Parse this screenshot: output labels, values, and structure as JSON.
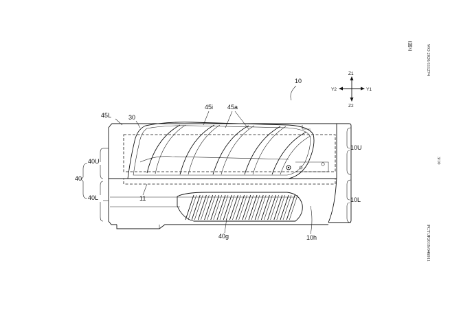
{
  "header": {
    "figure_label": "[図3]",
    "publication_number": "WO 2020/111274",
    "page_number": "3/10",
    "application_number": "PCT/JP2019/046911"
  },
  "axes": {
    "z1": "Z1",
    "z2": "Z2",
    "y1": "Y1",
    "y2": "Y2"
  },
  "labels": {
    "ref_10": "10",
    "ref_45L": "45L",
    "ref_30": "30",
    "ref_45i": "45i",
    "ref_45a": "45a",
    "ref_10U": "10U",
    "ref_40U": "40U",
    "ref_40": "40",
    "ref_40L": "40L",
    "ref_11": "11",
    "ref_10L": "10L",
    "ref_40g": "40g",
    "ref_10h": "10h"
  }
}
